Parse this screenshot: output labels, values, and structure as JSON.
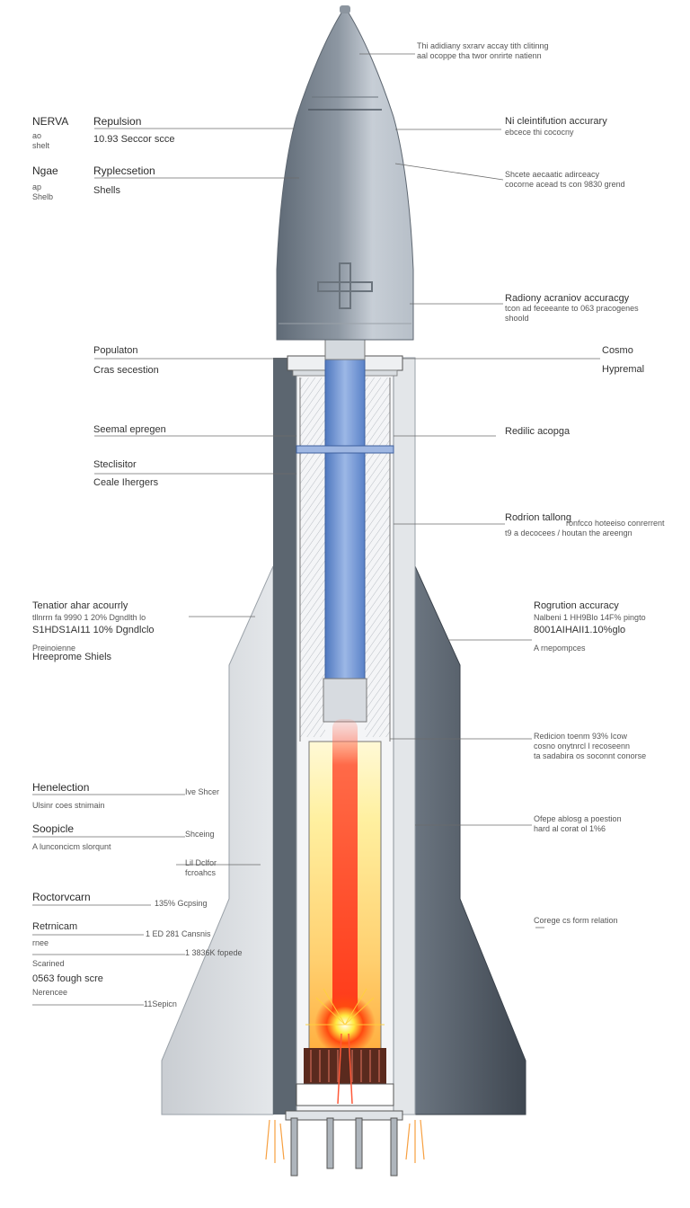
{
  "colors": {
    "nose_dark": "#5f6a76",
    "nose_light": "#c7ced6",
    "fin_light": "#d9dde1",
    "fin_dark": "#4d5661",
    "fuel_blue": "#6e94d4",
    "flame_hot": "#ff3a1a",
    "flame_warm": "#ffe680",
    "line": "#6b6b6b"
  },
  "labels": {
    "top_right_1": "Thi adidiany sxrarv accay tith clitinng",
    "top_right_2": "aal ocoppe tha twor onrirte natienn",
    "left_1_title": "NERVA",
    "left_1_sub1": "ao",
    "left_1_sub2": "shelt",
    "left_1b_title": "Repulsion",
    "left_1b_sub": "10.93 Seccor scce",
    "right_1_a": "Ni cleintifution accurary",
    "right_1_b": "ebcece thi cococny",
    "left_2_title": "Ngae",
    "left_2_sub1": "ap",
    "left_2_sub2": "Shelb",
    "left_2b_title": "Ryplecsetion",
    "left_2b_sub": "Shells",
    "right_2_a": "Shcete aecaatic adirceacy",
    "right_2_b": "cocorne acead ts con 9830 grend",
    "right_3_a": "Radiony acraniov accuracgy",
    "right_3_b": "tcon ad feceeante to 063 pracogenes",
    "right_3_c": "shoold",
    "left_3_title": "Populaton",
    "left_3_sub": "Cras secestion",
    "right_4_a": "Cosmo",
    "right_4_b": "Hypremal",
    "left_4": "Seemal epregen",
    "right_5": "Redilic acopga",
    "left_5_a": "Steclisitor",
    "left_5_b": "Ceale Ihergers",
    "right_6_a": "Rodrion tallong",
    "right_6_b": "ronfcco hoteeiso conrerrent",
    "right_6_c": "t9 a decocees / houtan the areengn",
    "left_6_a": "Tenatior ahar acourrly",
    "left_6_b": "tllnrrn fa 9990 1 20% Dgndlth lo",
    "left_6_c": "S1HDS1AI11 10% Dgndlclo",
    "left_6_d": "Preinoienne",
    "left_6_e": "Hreeprome Shiels",
    "right_7_a": "Rogrution accuracy",
    "right_7_b": "Nalbeni 1 HH9Blo 14F% pingto",
    "right_7_c": "8001AIHAII1.10%glo",
    "right_7_d": "A rnepompces",
    "right_8_a": "Redicion toenm 93% Icow",
    "right_8_b": "cosno onytnrcl l recoseenn",
    "right_8_c": "ta sadabira os soconnt conorse",
    "left_7_a": "Henelection",
    "left_7_b": "Ulsinr coes stnimain",
    "left_7_tag": "Ive Shcer",
    "left_8_a": "Soopicle",
    "left_8_b": "A lunconcicm slorqunt",
    "left_8_tag": "Shceing",
    "right_9_a": "Ofepe ablosg a poestion",
    "right_9_b": "hard al corat ol 1%6",
    "left_9_tag_a": "Lil Dclfor",
    "left_9_tag_b": "fcroahcs",
    "left_10_a": "Roctorvcarn",
    "left_10_tag": "135% Gcpsing",
    "right_10": "Corege cs form relation",
    "left_11_a": "Retrnicam",
    "left_11_b": "rnee",
    "left_11_tag": "1 ED 281 Cansnis",
    "left_11_tag2": "1 3836K fopede",
    "left_12_a": "Scarined",
    "left_12_b": "0563 fough scre",
    "left_12_c": "Nerencee",
    "left_12_tag": "11Sepicn"
  }
}
